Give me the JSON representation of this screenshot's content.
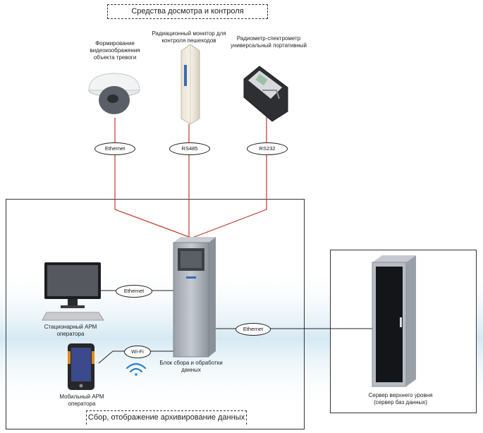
{
  "title_top": "Средства досмотра и контроля",
  "title_bottom": "Сбор, отображение архивирование данных",
  "devices": {
    "camera": "Формирование видеоизображения объекта тревоги",
    "portal": "Радиационный монитор для контроля пешеходов",
    "spectrometer": "Радиометр-спектрометр универсальный портативный"
  },
  "connectors": {
    "camera": "Ethernet",
    "portal": "RS485",
    "spectrometer": "RS232",
    "workstation": "Ethernet",
    "mobile": "Wi-Fi",
    "server": "Ethernet"
  },
  "workstation_caption": "Стационарный АРМ оператора",
  "mobile_caption": "Мобильный АРМ оператора",
  "unit_caption": "Блок сбора и обработки данных",
  "server_caption": "Сервер верхнего уровня (сервер баз данных)"
}
